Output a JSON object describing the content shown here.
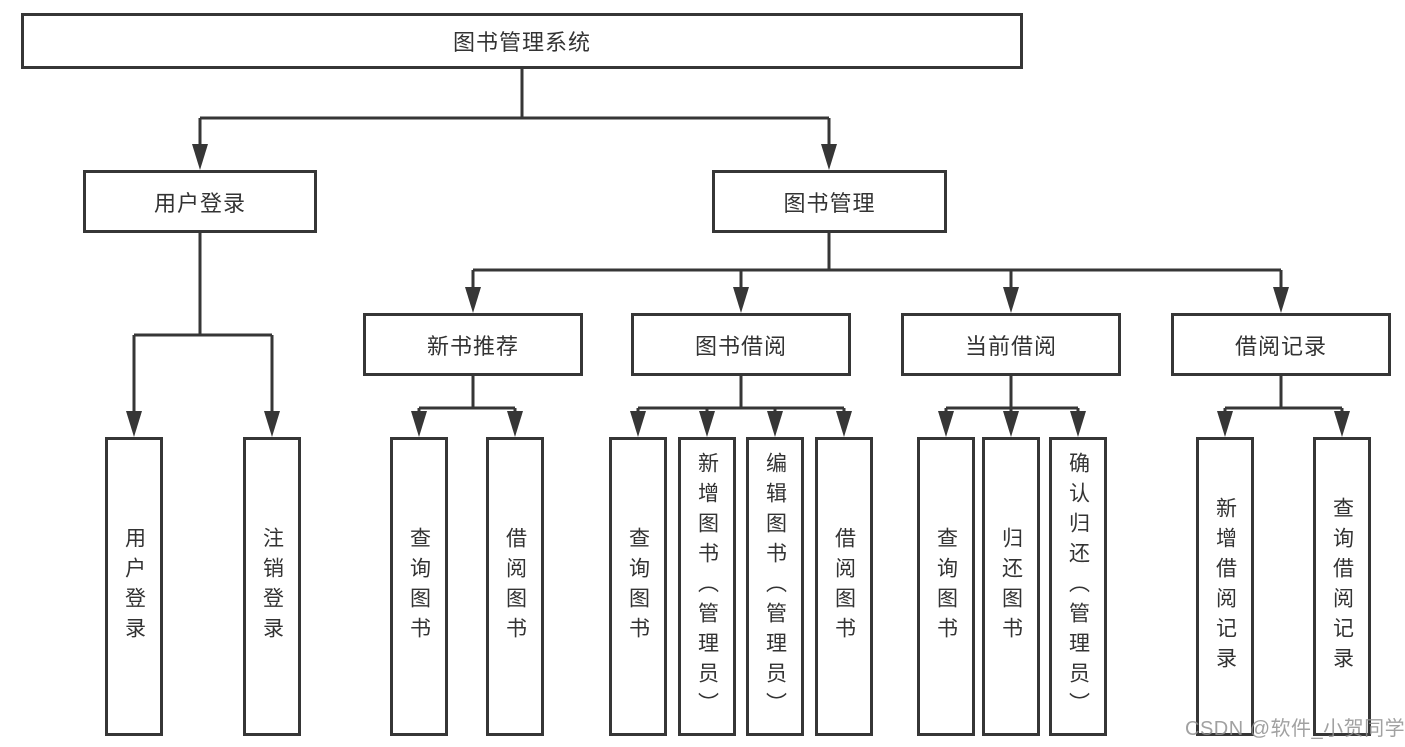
{
  "tree": {
    "root": {
      "label": "图书管理系统",
      "children": [
        {
          "label": "用户登录",
          "children": [
            {
              "label": "用户登录"
            },
            {
              "label": "注销登录"
            }
          ]
        },
        {
          "label": "图书管理",
          "children": [
            {
              "label": "新书推荐",
              "children": [
                {
                  "label": "查询图书"
                },
                {
                  "label": "借阅图书"
                }
              ]
            },
            {
              "label": "图书借阅",
              "children": [
                {
                  "label": "查询图书"
                },
                {
                  "label": "新增图书（管理员）"
                },
                {
                  "label": "编辑图书（管理员）"
                },
                {
                  "label": "借阅图书"
                }
              ]
            },
            {
              "label": "当前借阅",
              "children": [
                {
                  "label": "查询图书"
                },
                {
                  "label": "归还图书"
                },
                {
                  "label": "确认归还（管理员）"
                }
              ]
            },
            {
              "label": "借阅记录",
              "children": [
                {
                  "label": "新增借阅记录"
                },
                {
                  "label": "查询借阅记录"
                }
              ]
            }
          ]
        }
      ]
    }
  },
  "watermark": {
    "text": "CSDN @软件_小贺同学"
  },
  "colors": {
    "line": "#363636",
    "box_border": "#363636",
    "box_background": "#ffffff",
    "text": "#333333",
    "watermark": "#919191"
  }
}
